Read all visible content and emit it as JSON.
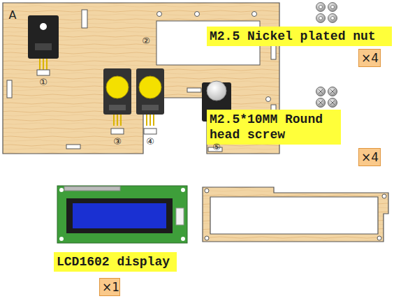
{
  "diagram": {
    "nodes": [
      {
        "text": [
          "M2.5 Nickel plated nut"
        ]
      },
      {
        "text": [
          "×4"
        ]
      },
      {
        "text": [
          "M2.5*10MM Round head screw"
        ]
      },
      {
        "text": [
          "×4"
        ]
      },
      {
        "text": [
          "LCD1602 display"
        ]
      },
      {
        "text": [
          "×1"
        ]
      }
    ],
    "labels": [
      "A",
      "①",
      "②",
      "③",
      "④",
      "⑤"
    ]
  }
}
